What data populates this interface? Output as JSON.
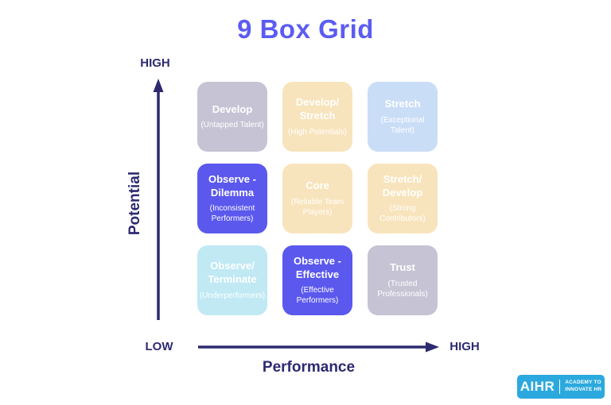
{
  "title": "9 Box Grid",
  "colors": {
    "title": "#5C5CF2",
    "axis": "#2D2A70",
    "background": "#FFFFFF"
  },
  "axes": {
    "y": {
      "label": "Potential",
      "top_label": "HIGH"
    },
    "x": {
      "label": "Performance",
      "left_label": "LOW",
      "right_label": "HIGH"
    }
  },
  "grid": {
    "cells": [
      {
        "label": "Develop",
        "sub": "(Untapped Talent)",
        "color": "#C6C3D4"
      },
      {
        "label": "Develop/\nStretch",
        "sub": "(High Potentials)",
        "color": "#F8E4BC"
      },
      {
        "label": "Stretch",
        "sub": "(Exceptional\nTalent)",
        "color": "#CADDF7"
      },
      {
        "label": "Observe -\nDilemma",
        "sub": "(Inconsistent\nPerformers)",
        "color": "#5B58EE"
      },
      {
        "label": "Core",
        "sub": "(Reliable Team\nPlayers)",
        "color": "#F8E4BC"
      },
      {
        "label": "Stretch/\nDevelop",
        "sub": "(Strong\nContributors)",
        "color": "#F8E4BC"
      },
      {
        "label": "Observe/\nTerminate",
        "sub": "(Underperformers)",
        "color": "#C0E9F4"
      },
      {
        "label": "Observe -\nEffective",
        "sub": "(Effective\nPerformers)",
        "color": "#5B58EE"
      },
      {
        "label": "Trust",
        "sub": "(Trusted\nProfessionals)",
        "color": "#C6C3D4"
      }
    ]
  },
  "logo": {
    "brand": "AIHR",
    "tagline": "ACADEMY TO\nINNOVATE HR",
    "color": "#2BA9DE"
  }
}
